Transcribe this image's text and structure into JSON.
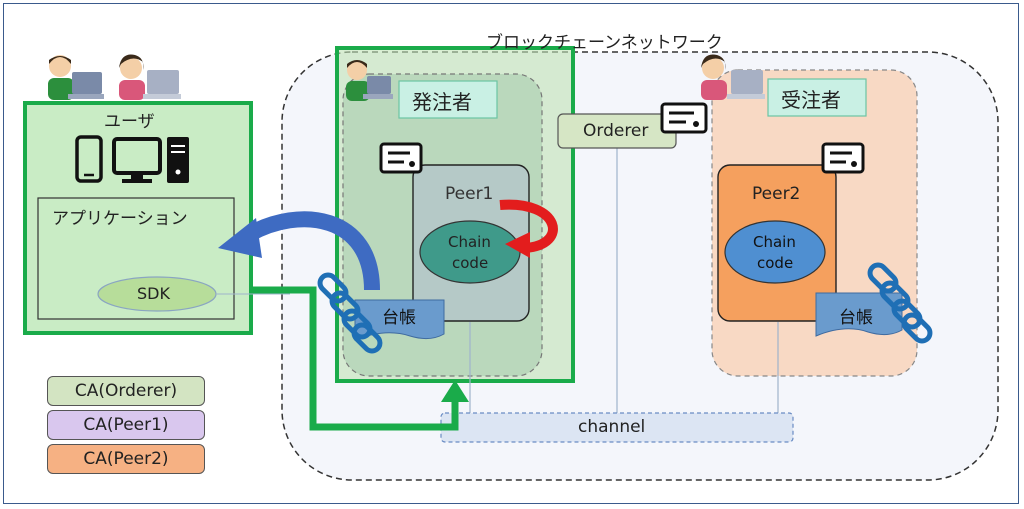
{
  "diagram": {
    "network_title": "ブロックチェーンネットワーク",
    "user_panel": {
      "title": "ユーザ",
      "app_label": "アプリケーション",
      "sdk_label": "SDK"
    },
    "orderer_label": "Orderer",
    "orderer_company": {
      "name_label": "発注者",
      "peer_label": "Peer1",
      "chaincode_label_line1": "Chain",
      "chaincode_label_line2": "code",
      "ledger_label": "台帳"
    },
    "contractor_company": {
      "name_label": "受注者",
      "peer_label": "Peer2",
      "chaincode_label_line1": "Chain",
      "chaincode_label_line2": "code",
      "ledger_label": "台帳"
    },
    "channel_label": "channel",
    "ca_list": [
      {
        "label": "CA(Orderer)",
        "color": "#d3e4c2"
      },
      {
        "label": "CA(Peer1)",
        "color": "#d9c7ee"
      },
      {
        "label": "CA(Peer2)",
        "color": "#f6b183"
      }
    ],
    "colors": {
      "highlight_green": "#1aab4a",
      "orderer_box": "#d6e6c5",
      "org1_fill": "#bfd9b8",
      "org2_fill": "#f8d9c4",
      "peer1_fill": "#b5c9c7",
      "peer2_fill": "#f5a05e",
      "chaincode1_fill": "#3f9a8a",
      "chaincode2_fill": "#4f8fd1",
      "channel_fill": "#dce5f3",
      "ledger_fill": "#6a9bcd",
      "network_bg": "#f4f6fb",
      "red_arrow": "#e31d1d",
      "blue_arrow": "#3e6bc2"
    }
  }
}
